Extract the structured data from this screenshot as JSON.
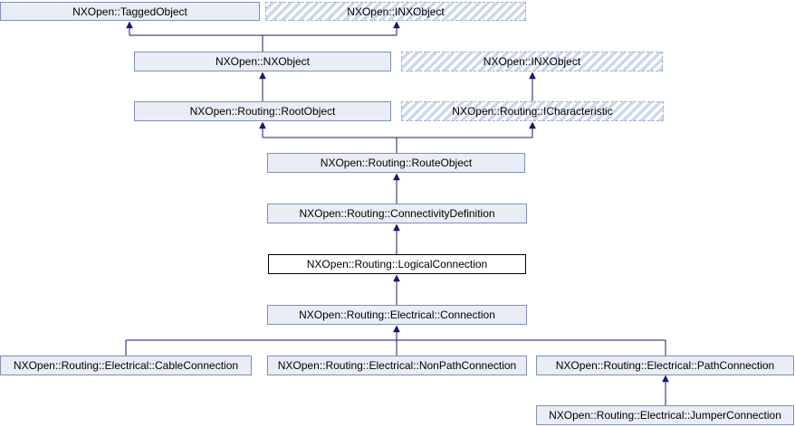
{
  "diagram": {
    "type": "inheritance-class-diagram",
    "main_class": "NXOpen::Routing::LogicalConnection",
    "colors": {
      "node_fill": "#E8EDF6",
      "node_border": "#7E90B6",
      "dashed_border": "#9DB0CE",
      "hatch_stripe": "#CCD8EA",
      "main_node_border": "#000000",
      "main_node_fill": "#FFFFFF",
      "edge": "#191970",
      "text": "#000000",
      "background": "#FFFFFF"
    },
    "nodes": [
      {
        "label": "NXOpen::TaggedObject",
        "style": "solid"
      },
      {
        "label": "NXOpen::INXObject",
        "style": "dashed"
      },
      {
        "label": "NXOpen::NXObject",
        "style": "solid"
      },
      {
        "label": "NXOpen::INXObject",
        "style": "dashed"
      },
      {
        "label": "NXOpen::Routing::RootObject",
        "style": "solid"
      },
      {
        "label": "NXOpen::Routing::ICharacteristic",
        "style": "dashed"
      },
      {
        "label": "NXOpen::Routing::RouteObject",
        "style": "solid"
      },
      {
        "label": "NXOpen::Routing::ConnectivityDefinition",
        "style": "solid"
      },
      {
        "label": "NXOpen::Routing::LogicalConnection",
        "style": "main"
      },
      {
        "label": "NXOpen::Routing::Electrical::Connection",
        "style": "solid"
      },
      {
        "label": "NXOpen::Routing::Electrical::CableConnection",
        "style": "solid"
      },
      {
        "label": "NXOpen::Routing::Electrical::NonPathConnection",
        "style": "solid"
      },
      {
        "label": "NXOpen::Routing::Electrical::PathConnection",
        "style": "solid"
      },
      {
        "label": "NXOpen::Routing::Electrical::JumperConnection",
        "style": "solid"
      }
    ],
    "relations": [
      {
        "child": "NXOpen::NXObject",
        "parents": [
          "NXOpen::TaggedObject",
          "NXOpen::INXObject"
        ]
      },
      {
        "child": "NXOpen::Routing::RootObject",
        "parents": [
          "NXOpen::NXObject"
        ]
      },
      {
        "child": "NXOpen::Routing::ICharacteristic",
        "parents": [
          "NXOpen::INXObject"
        ]
      },
      {
        "child": "NXOpen::Routing::RouteObject",
        "parents": [
          "NXOpen::Routing::RootObject",
          "NXOpen::Routing::ICharacteristic"
        ]
      },
      {
        "child": "NXOpen::Routing::ConnectivityDefinition",
        "parents": [
          "NXOpen::Routing::RouteObject"
        ]
      },
      {
        "child": "NXOpen::Routing::LogicalConnection",
        "parents": [
          "NXOpen::Routing::ConnectivityDefinition"
        ]
      },
      {
        "child": "NXOpen::Routing::Electrical::Connection",
        "parents": [
          "NXOpen::Routing::LogicalConnection"
        ]
      },
      {
        "child": "NXOpen::Routing::Electrical::CableConnection",
        "parents": [
          "NXOpen::Routing::Electrical::Connection"
        ]
      },
      {
        "child": "NXOpen::Routing::Electrical::NonPathConnection",
        "parents": [
          "NXOpen::Routing::Electrical::Connection"
        ]
      },
      {
        "child": "NXOpen::Routing::Electrical::PathConnection",
        "parents": [
          "NXOpen::Routing::Electrical::Connection"
        ]
      },
      {
        "child": "NXOpen::Routing::Electrical::JumperConnection",
        "parents": [
          "NXOpen::Routing::Electrical::PathConnection"
        ]
      }
    ]
  }
}
